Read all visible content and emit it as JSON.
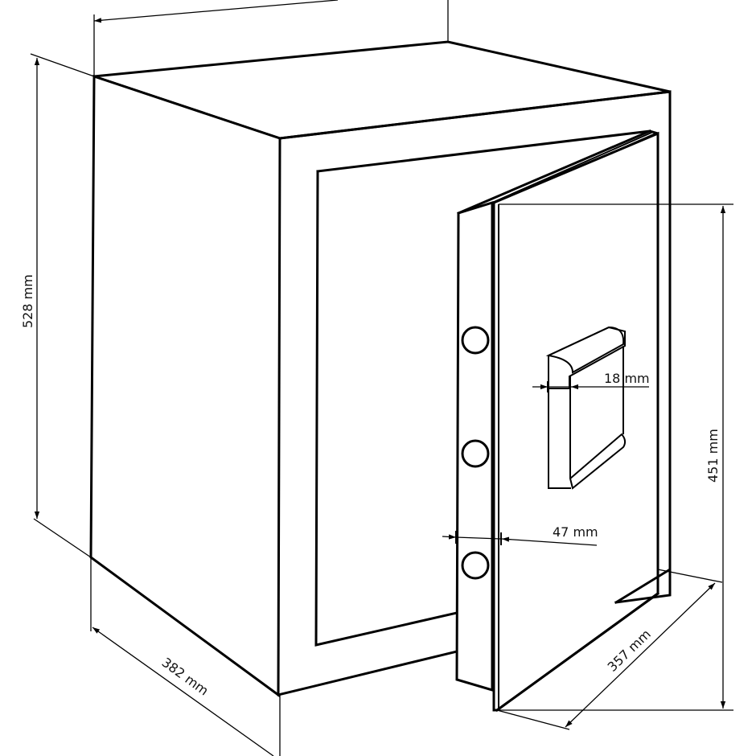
{
  "diagram": {
    "subject": "Safe with open door - dimension drawing",
    "line_color": "#000000",
    "background": "#ffffff",
    "dimensions": {
      "height": {
        "label": "528 mm",
        "value": 528,
        "unit": "mm"
      },
      "door_height": {
        "label": "451 mm",
        "value": 451,
        "unit": "mm"
      },
      "depth": {
        "label": "382 mm",
        "value": 382,
        "unit": "mm"
      },
      "door_width": {
        "label": "357 mm",
        "value": 357,
        "unit": "mm"
      },
      "door_thickness": {
        "label": "47 mm",
        "value": 47,
        "unit": "mm"
      },
      "handle_depth": {
        "label": "18 mm",
        "value": 18,
        "unit": "mm"
      },
      "width": {
        "label": "",
        "note": "top width dimension label cut off at image edge"
      }
    },
    "parts": {
      "bolts": 3,
      "handle": "recessed bar handle"
    }
  }
}
